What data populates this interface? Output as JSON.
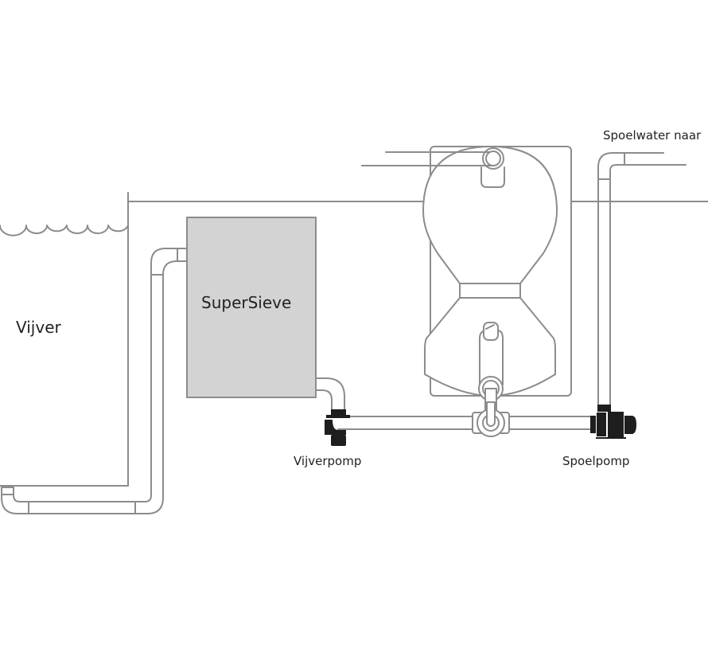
{
  "diagram": {
    "title": "Vijver filtersysteem met SuperSieve",
    "colors": {
      "line": "#8c8c8c",
      "sieve_fill": "#d3d3d3",
      "pump_fill": "#1e1e1e",
      "text": "#222222",
      "background": "#ffffff"
    },
    "labels": {
      "pond": "Vijver",
      "sieve": "SuperSieve",
      "pond_pump": "Vijverpomp",
      "flush_pump": "Spoelpomp",
      "flush_water": "Spoelwater naar"
    },
    "components": [
      {
        "id": "pond",
        "type": "water-body",
        "label": "Vijver"
      },
      {
        "id": "supersieve",
        "type": "sieve-filter",
        "label": "SuperSieve"
      },
      {
        "id": "pond-pump",
        "type": "pump",
        "label": "Vijverpomp"
      },
      {
        "id": "pressure-filter",
        "type": "bead-filter",
        "label": ""
      },
      {
        "id": "flush-pump",
        "type": "pump",
        "label": "Spoelpomp"
      },
      {
        "id": "flush-outlet",
        "type": "outlet",
        "label": "Spoelwater naar"
      }
    ],
    "connections": [
      [
        "pond",
        "supersieve"
      ],
      [
        "supersieve",
        "pond-pump"
      ],
      [
        "pond-pump",
        "pressure-filter"
      ],
      [
        "pressure-filter",
        "flush-pump"
      ],
      [
        "flush-pump",
        "flush-outlet"
      ]
    ]
  }
}
